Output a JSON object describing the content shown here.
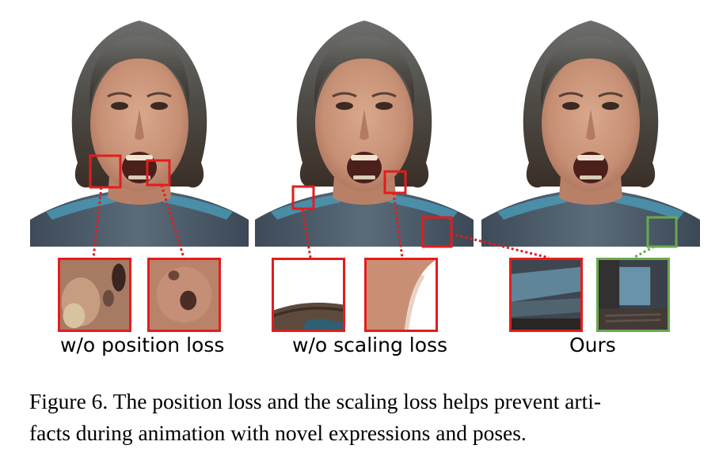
{
  "panels": [
    {
      "label": "w/o position loss"
    },
    {
      "label": "w/o scaling loss"
    },
    {
      "label": "Ours"
    }
  ],
  "colors": {
    "highlight_box": "#e21d1d",
    "ours_box": "#6aa84f"
  },
  "caption": {
    "line1": "Figure 6. The position loss and the scaling loss helps prevent arti-",
    "line2": "facts during animation with novel expressions and poses."
  }
}
